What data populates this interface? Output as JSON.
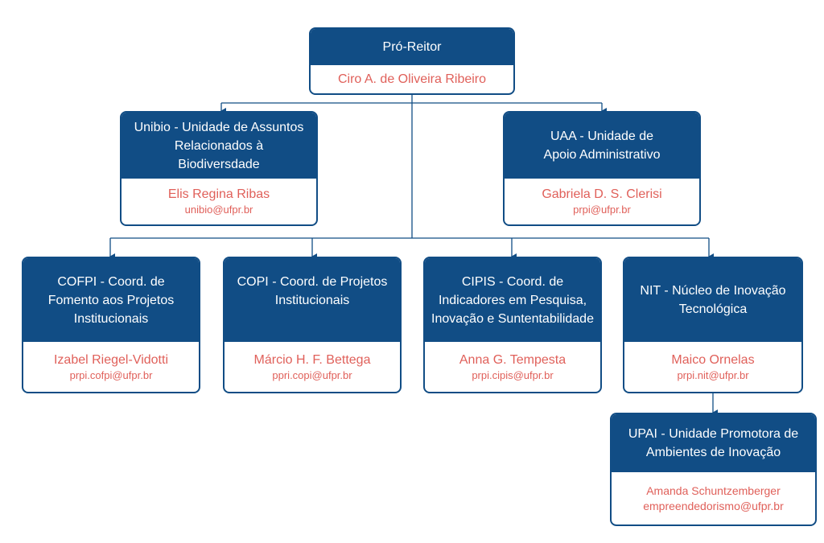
{
  "nodes": {
    "pro_reitor": {
      "title": "Pró-Reitor",
      "name": "Ciro A. de Oliveira Ribeiro"
    },
    "unibio": {
      "title": "Unibio - Unidade de Assuntos Relacionados à Biodiversdade",
      "name": "Elis Regina Ribas",
      "email": "unibio@ufpr.br"
    },
    "uaa": {
      "title": "UAA - Unidade de Apoio Administrativo",
      "name": "Gabriela D. S. Clerisi",
      "email": "prpi@ufpr.br"
    },
    "cofpi": {
      "title": "COFPI - Coord. de Fomento aos Projetos Institucionais",
      "name": "Izabel Riegel-Vidotti",
      "email": "prpi.cofpi@ufpr.br"
    },
    "copi": {
      "title": "COPI - Coord. de Projetos Institucionais",
      "name": "Márcio H. F. Bettega",
      "email": "ppri.copi@ufpr.br"
    },
    "cipis": {
      "title": "CIPIS - Coord. de Indicadores em Pesquisa, Inovação e Suntentabilidade",
      "name": "Anna G. Tempesta",
      "email": "prpi.cipis@ufpr.br"
    },
    "nit": {
      "title": "NIT - Núcleo de Inovação Tecnológica",
      "name": "Maico Ornelas",
      "email": "prpi.nit@ufpr.br"
    },
    "upai": {
      "title": "UPAI - Unidade Promotora de Ambientes de Inovação",
      "name": "Amanda Schuntzemberger",
      "email": "empreendedorismo@ufpr.br"
    }
  },
  "colors": {
    "primary": "#114d85",
    "accent": "#e0605a",
    "line": "#114d85"
  }
}
